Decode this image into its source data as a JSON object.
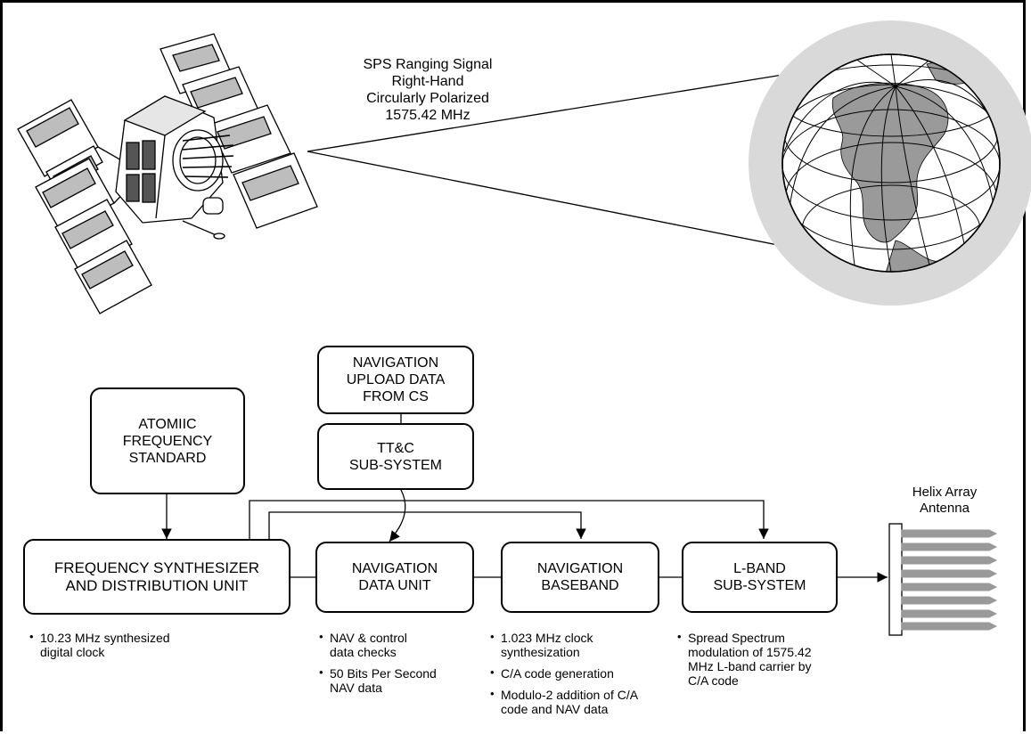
{
  "colors": {
    "line": "#000000",
    "earth_halo": "#d9d9d9",
    "land": "#9a9a9a",
    "panel_fill": "#bdbdbd",
    "antenna_element": "#999999"
  },
  "signal_label": [
    "SPS Ranging Signal",
    "Right-Hand",
    "Circularly Polarized",
    "1575.42  MHz"
  ],
  "antenna_label": [
    "Helix Array",
    "Antenna"
  ],
  "boxes": {
    "atomic": [
      "ATOMIIC",
      "FREQUENCY",
      "STANDARD"
    ],
    "upload": [
      "NAVIGATION",
      "UPLOAD DATA",
      "FROM CS"
    ],
    "ttc": [
      "TT&C",
      "SUB-SYSTEM"
    ],
    "synth": [
      "FREQUENCY SYNTHESIZER",
      "AND DISTRIBUTION UNIT"
    ],
    "navdata": [
      "NAVIGATION",
      "DATA UNIT"
    ],
    "baseband": [
      "NAVIGATION",
      "BASEBAND"
    ],
    "lband": [
      "L-BAND",
      "SUB-SYSTEM"
    ]
  },
  "notes": {
    "synth": [
      [
        "10.23 MHz synthesized",
        "digital clock"
      ]
    ],
    "navdata": [
      [
        "NAV & control",
        "data checks"
      ],
      [
        "50 Bits Per Second",
        "NAV data"
      ]
    ],
    "baseband": [
      [
        "1.023 MHz clock",
        "synthesization"
      ],
      [
        "C/A code generation"
      ],
      [
        "Modulo-2 addition of C/A",
        "code and NAV data"
      ]
    ],
    "lband": [
      [
        "Spread Spectrum",
        "modulation of 1575.42",
        "MHz L-band carrier by",
        "C/A code"
      ]
    ]
  },
  "bullet_glyph": "•",
  "icons": [
    "gps-satellite-icon",
    "earth-globe-icon",
    "helix-array-antenna-icon"
  ]
}
